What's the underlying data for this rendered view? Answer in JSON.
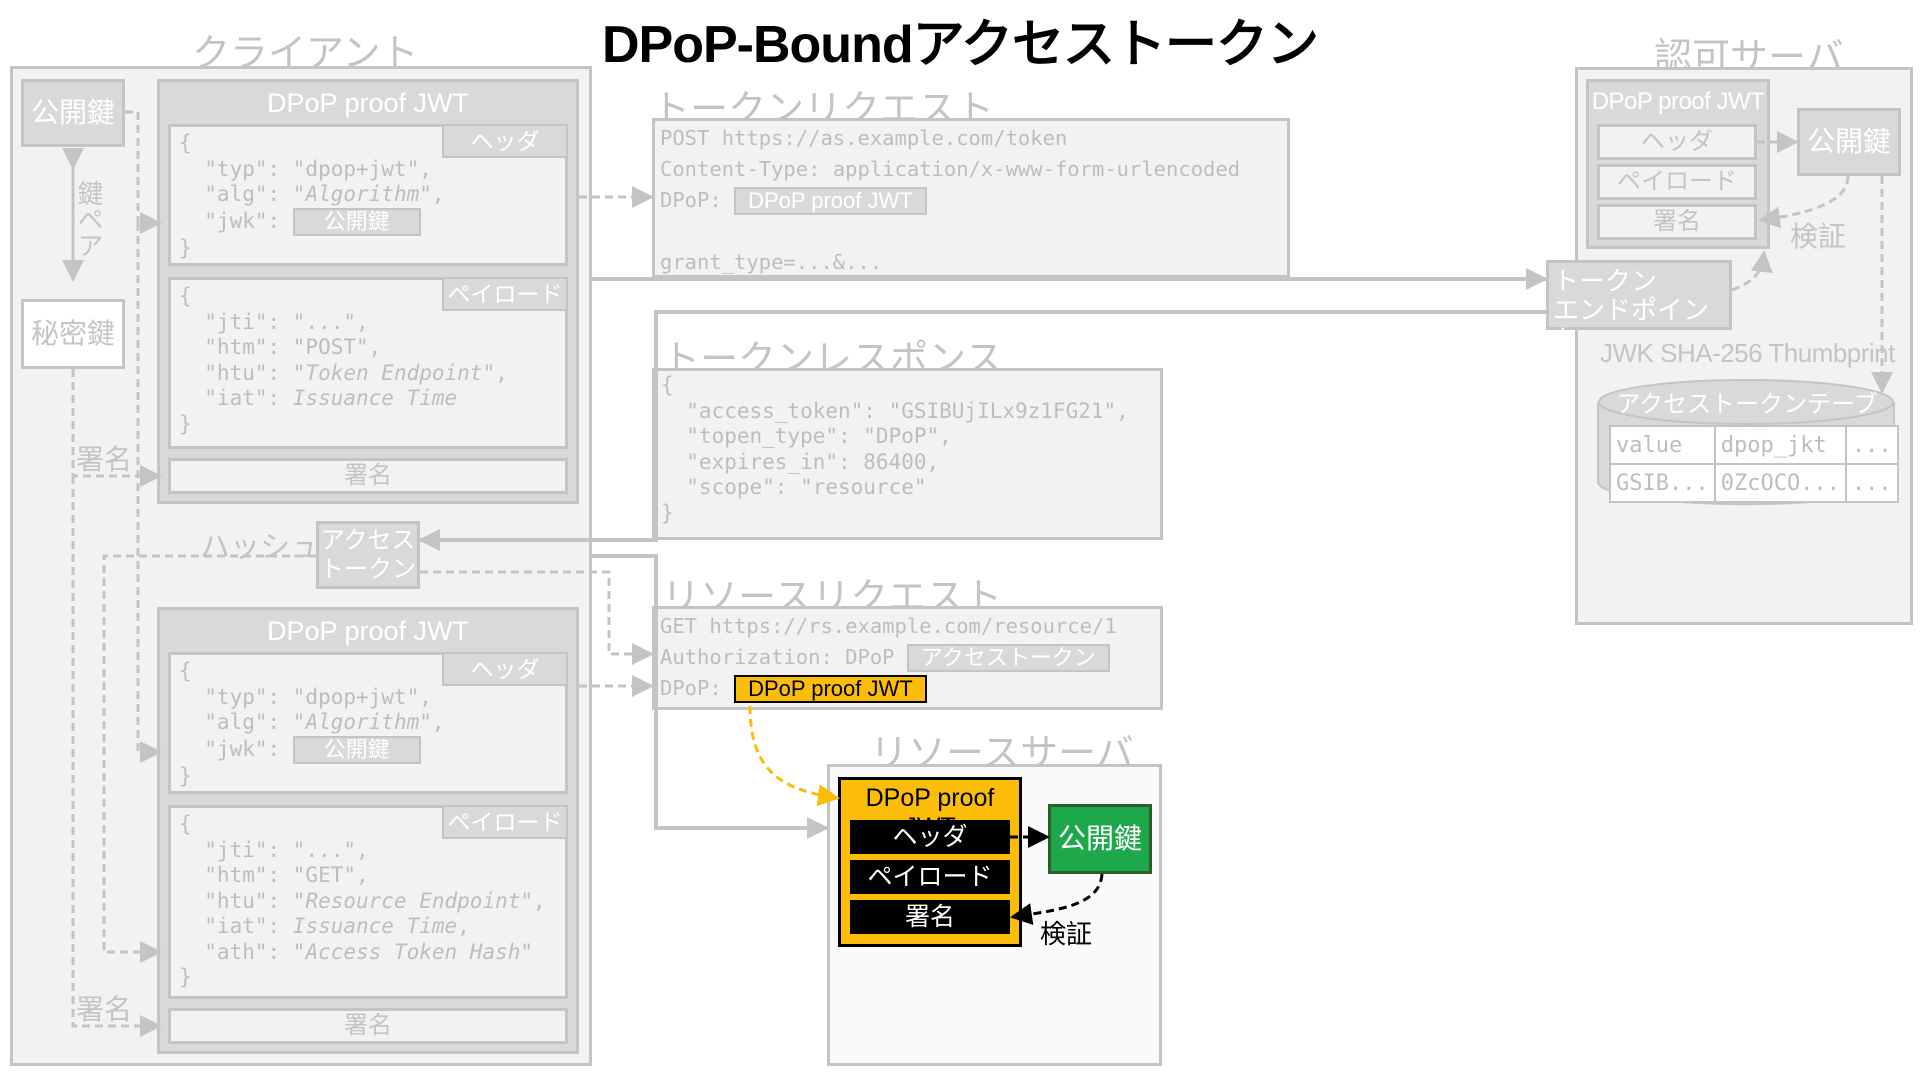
{
  "title": "DPoP-Boundアクセストークン",
  "client": {
    "label": "クライアント",
    "public_key": "公開鍵",
    "private_key": "秘密鍵",
    "key_pair": "鍵ペア",
    "sign_label_1": "署名",
    "sign_label_2": "署名",
    "hash_label": "ハッシュ",
    "access_token_line1": "アクセス",
    "access_token_line2": "トークン",
    "jwt1": {
      "title": "DPoP proof JWT",
      "header_tag": "ヘッダ",
      "header_lines": [
        "{",
        "  \"typ\": \"dpop+jwt\",",
        "  \"alg\": \"",
        "Algorithm",
        "\",",
        "  \"jwk\": ",
        "公開鍵",
        "}"
      ],
      "payload_tag": "ペイロード",
      "payload": {
        "open": "{",
        "jti": "  \"jti\": \"...\",",
        "htm": "  \"htm\": \"POST\",",
        "htu_key": "  \"htu\": \"",
        "htu_val": "Token Endpoint",
        "htu_end": "\",",
        "iat_key": "  \"iat\": ",
        "iat_val": "Issuance Time",
        "close": "}"
      },
      "signature": "署名"
    },
    "jwt2": {
      "title": "DPoP proof JWT",
      "header_tag": "ヘッダ",
      "payload_tag": "ペイロード",
      "payload": {
        "open": "{",
        "jti": "  \"jti\": \"...\",",
        "htm": "  \"htm\": \"GET\",",
        "htu_key": "  \"htu\": \"",
        "htu_val": "Resource Endpoint",
        "htu_end": "\",",
        "iat_key": "  \"iat\": ",
        "iat_val": "Issuance Time",
        "iat_end": ",",
        "ath_key": "  \"ath\": \"",
        "ath_val": "Access Token Hash",
        "ath_end": "\"",
        "close": "}"
      },
      "signature": "署名"
    },
    "header": {
      "open": "{",
      "typ": "  \"typ\": \"dpop+jwt\",",
      "alg_key": "  \"alg\": \"",
      "alg_val": "Algorithm",
      "alg_end": "\",",
      "jwk_key": "  \"jwk\": ",
      "jwk_val": "公開鍵",
      "close": "}"
    }
  },
  "token_request": {
    "label": "トークンリクエスト",
    "line1": "POST https://as.example.com/token",
    "line2": "Content-Type: application/x-www-form-urlencoded",
    "line3_key": "DPoP: ",
    "line3_chip": "DPoP proof JWT",
    "line5": "grant_type=...&..."
  },
  "token_response": {
    "label": "トークンレスポンス",
    "lines": [
      "{",
      "  \"access_token\": \"GSIBUjILx9z1FG21\",",
      "  \"topen_type\": \"DPoP\",",
      "  \"expires_in\": 86400,",
      "  \"scope\": \"resource\"",
      "}"
    ]
  },
  "resource_request": {
    "label": "リソースリクエスト",
    "line1": "GET https://rs.example.com/resource/1",
    "line2_key": "Authorization: DPoP ",
    "line2_chip": "アクセストークン",
    "line3_key": "DPoP: ",
    "line3_chip": "DPoP proof JWT"
  },
  "resource_server": {
    "label": "リソースサーバ",
    "jwt_title": "DPoP proof JWT",
    "header": "ヘッダ",
    "payload": "ペイロード",
    "signature": "署名",
    "public_key": "公開鍵",
    "verify": "検証",
    "colors": {
      "jwt": "#fbbd08",
      "key": "#1ea84b"
    }
  },
  "auth_server": {
    "label": "認可サーバ",
    "jwt_title": "DPoP proof JWT",
    "header": "ヘッダ",
    "payload": "ペイロード",
    "signature": "署名",
    "public_key": "公開鍵",
    "verify": "検証",
    "endpoint_line1": "トークン",
    "endpoint_line2": "エンドポイント",
    "thumbprint": "JWK SHA-256 Thumbprint",
    "table_name": "アクセストークンテーブル",
    "table_headers": [
      "value",
      "dpop_jkt",
      "..."
    ],
    "table_rows": [
      [
        "GSIB...",
        "0ZcOCO...",
        "..."
      ]
    ]
  }
}
